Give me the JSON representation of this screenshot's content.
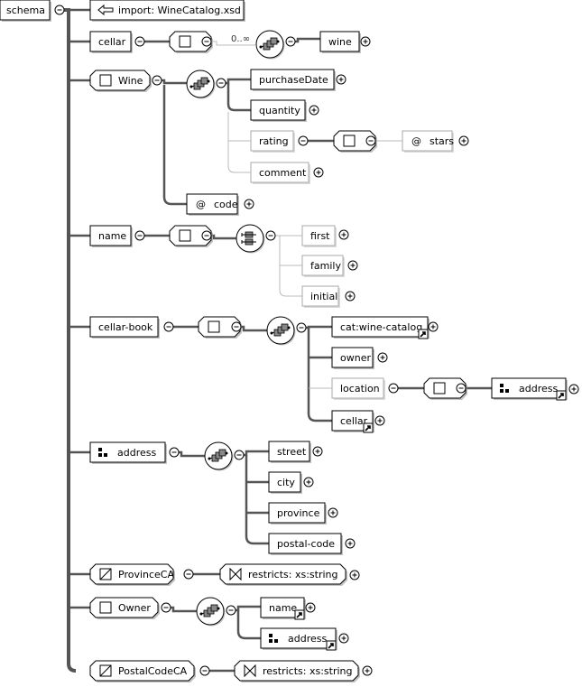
{
  "root": {
    "label": "schema"
  },
  "occurrence_label": "0..∞",
  "items": [
    {
      "id": "import",
      "kind": "import",
      "label": "import: WineCatalog.xsd"
    },
    {
      "id": "cellar",
      "kind": "element",
      "label": "cellar"
    },
    {
      "id": "cellar-wine",
      "kind": "element",
      "label": "wine"
    },
    {
      "id": "wine-type",
      "kind": "complexType",
      "label": "Wine"
    },
    {
      "id": "purchaseDate",
      "kind": "element",
      "label": "purchaseDate"
    },
    {
      "id": "quantity",
      "kind": "element",
      "label": "quantity"
    },
    {
      "id": "rating",
      "kind": "element",
      "label": "rating",
      "optional": true
    },
    {
      "id": "stars",
      "kind": "attribute",
      "label": "stars",
      "optional": true
    },
    {
      "id": "comment",
      "kind": "element",
      "label": "comment",
      "optional": true
    },
    {
      "id": "code",
      "kind": "attribute",
      "label": "code"
    },
    {
      "id": "name",
      "kind": "element",
      "label": "name"
    },
    {
      "id": "first",
      "kind": "element",
      "label": "first",
      "optional": true
    },
    {
      "id": "family",
      "kind": "element",
      "label": "family",
      "optional": true
    },
    {
      "id": "initial",
      "kind": "element",
      "label": "initial",
      "optional": true
    },
    {
      "id": "cellar-book",
      "kind": "element",
      "label": "cellar-book"
    },
    {
      "id": "wine-catalog",
      "kind": "ref",
      "label": "cat:wine-catalog"
    },
    {
      "id": "owner",
      "kind": "element",
      "label": "owner"
    },
    {
      "id": "location",
      "kind": "element",
      "label": "location",
      "optional": true
    },
    {
      "id": "location-address",
      "kind": "ref",
      "label": "address"
    },
    {
      "id": "cellar-ref",
      "kind": "ref",
      "label": "cellar"
    },
    {
      "id": "address-group",
      "kind": "group",
      "label": "address"
    },
    {
      "id": "street",
      "kind": "element",
      "label": "street"
    },
    {
      "id": "city",
      "kind": "element",
      "label": "city"
    },
    {
      "id": "province",
      "kind": "element",
      "label": "province"
    },
    {
      "id": "postal-code",
      "kind": "element",
      "label": "postal-code"
    },
    {
      "id": "provinceca",
      "kind": "simpleType",
      "label": "ProvinceCA"
    },
    {
      "id": "provinceca-restrict",
      "kind": "restriction",
      "label": "restricts: xs:string"
    },
    {
      "id": "owner-type",
      "kind": "complexType",
      "label": "Owner"
    },
    {
      "id": "owner-name",
      "kind": "ref",
      "label": "name"
    },
    {
      "id": "owner-address",
      "kind": "ref",
      "label": "address"
    },
    {
      "id": "postalcodeca",
      "kind": "simpleType",
      "label": "PostalCodeCA"
    },
    {
      "id": "postalcodeca-restrict",
      "kind": "restriction",
      "label": "restricts: xs:string"
    }
  ],
  "colors": {
    "line": "#555555",
    "optional_line": "#bbbbbb",
    "compositor_fill": "#888888"
  }
}
